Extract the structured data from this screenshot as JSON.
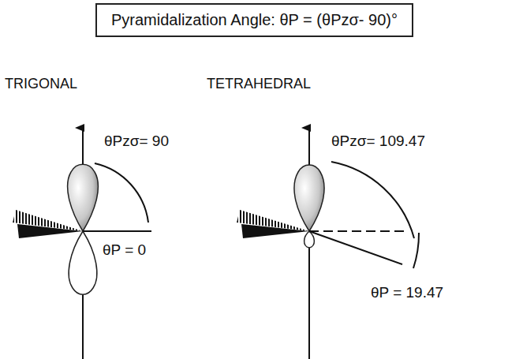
{
  "diagram": {
    "nodes": [
      {
        "text": [
          "Pyramidalization Angle: θP = (θPzσ- 90)°"
        ]
      }
    ],
    "labels": [
      "TRIGONAL",
      "TETRAHEDRAL",
      "θPzσ= 90",
      "θP = 0",
      "θPzσ= 109.47",
      "θP = 19.47"
    ]
  }
}
